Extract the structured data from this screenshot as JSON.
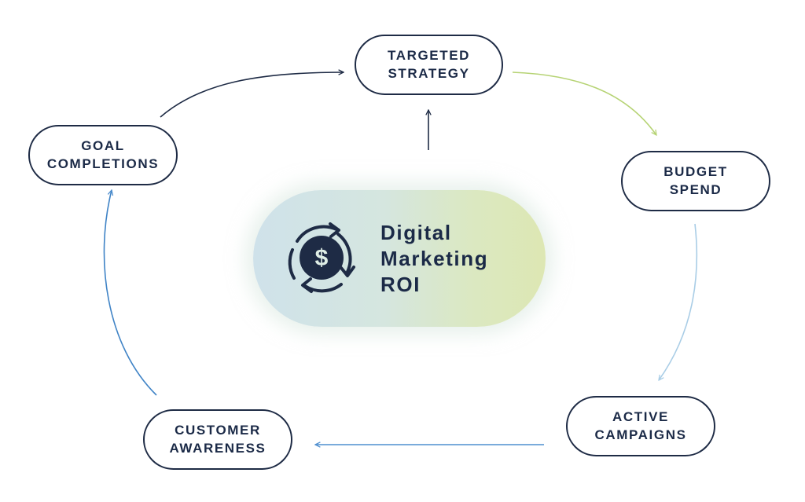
{
  "diagram": {
    "center": {
      "title_lines": [
        "Digital",
        "Marketing",
        "ROI"
      ],
      "icon": "dollar-cycle-icon"
    },
    "nodes": [
      {
        "id": "strategy",
        "lines": [
          "TARGETED",
          "STRATEGY"
        ]
      },
      {
        "id": "budget",
        "lines": [
          "BUDGET",
          "SPEND"
        ]
      },
      {
        "id": "campaigns",
        "lines": [
          "ACTIVE",
          "CAMPAIGNS"
        ]
      },
      {
        "id": "awareness",
        "lines": [
          "CUSTOMER",
          "AWARENESS"
        ]
      },
      {
        "id": "goal",
        "lines": [
          "GOAL",
          "COMPLETIONS"
        ]
      }
    ],
    "edges": [
      {
        "from": "goal",
        "to": "strategy",
        "color": "#1e2b45"
      },
      {
        "from": "strategy",
        "to": "budget",
        "color": "#b6d374"
      },
      {
        "from": "budget",
        "to": "campaigns",
        "color": "#a9cde6"
      },
      {
        "from": "campaigns",
        "to": "awareness",
        "color": "#4f8fcf"
      },
      {
        "from": "awareness",
        "to": "goal",
        "color": "#3f83c6"
      },
      {
        "from": "center",
        "to": "strategy",
        "color": "#1e2b45"
      }
    ],
    "colors": {
      "text": "#1b2a47",
      "node_border": "#1e2b45",
      "gradient_start": "#cfe2ea",
      "gradient_end": "#dde7b3"
    }
  }
}
